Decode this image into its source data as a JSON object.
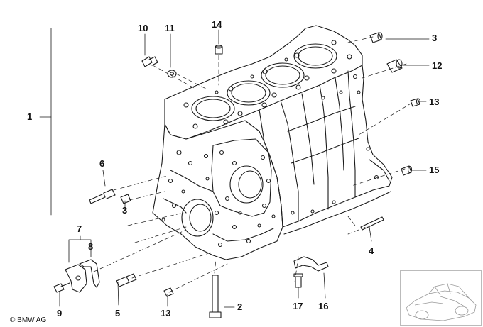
{
  "diagram": {
    "copyright": "© BMW AG",
    "callouts": {
      "c1": "1",
      "c2": "2",
      "c3a": "3",
      "c3b": "3",
      "c4": "4",
      "c5": "5",
      "c6": "6",
      "c7": "7",
      "c8": "8",
      "c9": "9",
      "c10": "10",
      "c11": "11",
      "c12": "12",
      "c13a": "13",
      "c13b": "13",
      "c14": "14",
      "c15": "15",
      "c16": "16",
      "c17": "17"
    }
  },
  "colors": {
    "line": "#1a1a1a",
    "thumb_border": "#bbbbbb"
  }
}
